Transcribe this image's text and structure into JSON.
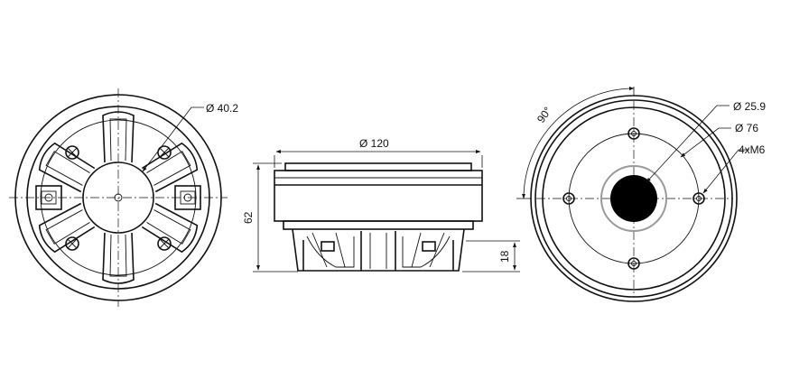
{
  "labels": {
    "back_center_diameter": "Ø 40.2",
    "outer_diameter": "Ø 120",
    "total_height": "62",
    "rear_height": "18",
    "throat_diameter": "Ø 25.9",
    "bolt_circle_diameter": "Ø 76",
    "mount_holes": "4xM6",
    "hole_angle": "90°"
  },
  "colors": {
    "line": "#111111",
    "throat_fill": "#000000",
    "ring_gray": "#9a9a9a",
    "background": "#ffffff"
  }
}
